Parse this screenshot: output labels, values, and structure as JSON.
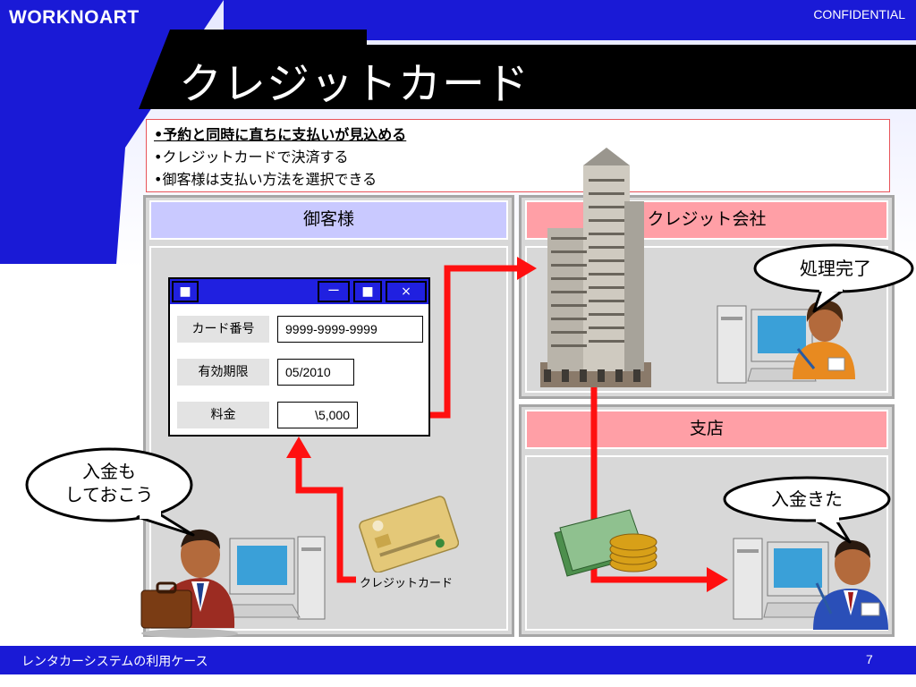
{
  "header": {
    "brand": "WORKNOART",
    "confidential": "CONFIDENTIAL",
    "title": "クレジットカード"
  },
  "bullets": [
    "•予約と同時に直ちに支払いが見込める",
    "•クレジットカードで決済する",
    "•御客様は支払い方法を選択できる"
  ],
  "panels": {
    "customer": "御客様",
    "credit_company": "クレジット会社",
    "branch": "支店"
  },
  "window": {
    "buttons": {
      "left": "■",
      "minimize": "ー",
      "maximize": "■",
      "close": "×"
    },
    "fields": [
      {
        "label": "カード番号",
        "value": "9999-9999-9999"
      },
      {
        "label": "有効期限",
        "value": "05/2010"
      },
      {
        "label": "料金",
        "value": "\\5,000"
      }
    ]
  },
  "bubbles": {
    "customer_line1": "入金も",
    "customer_line2": "しておこう",
    "credit_company": "処理完了",
    "branch": "入金きた"
  },
  "card_caption": "クレジットカード",
  "footer": {
    "text": "レンタカーシステムの利用ケース",
    "page": "7"
  },
  "colors": {
    "blue": "#1a1ad6",
    "pink_header": "#ff9fa6",
    "blue_header": "#c9c9ff",
    "arrow": "#ff1010"
  }
}
